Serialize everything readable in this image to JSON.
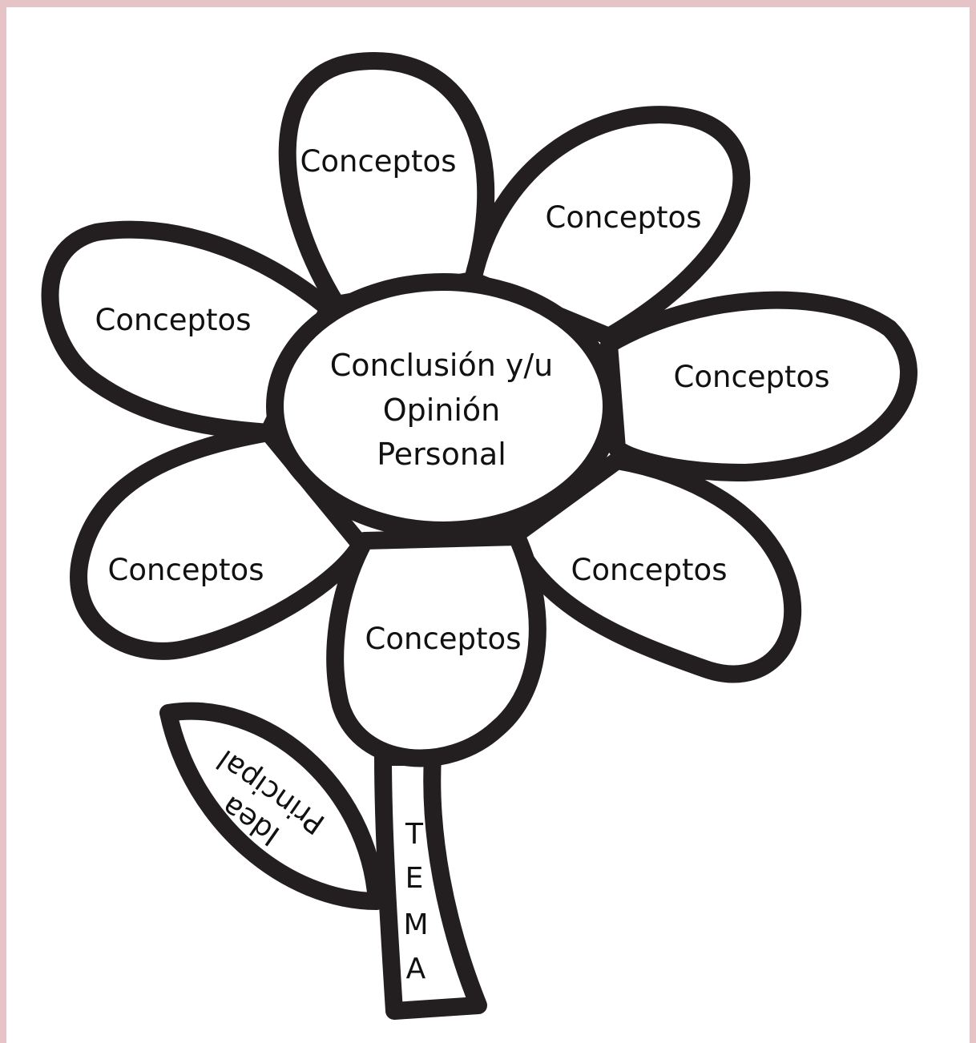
{
  "petals": [
    {
      "label": "Conceptos"
    },
    {
      "label": "Conceptos"
    },
    {
      "label": "Conceptos"
    },
    {
      "label": "Conceptos"
    },
    {
      "label": "Conceptos"
    },
    {
      "label": "Conceptos"
    },
    {
      "label": "Conceptos"
    }
  ],
  "center": {
    "line1": "Conclusión y/u",
    "line2": "Opinión",
    "line3": "Personal"
  },
  "leaf": {
    "line1": "Idea",
    "line2": "Principal"
  },
  "stem": {
    "letters": [
      "T",
      "E",
      "M",
      "A"
    ]
  },
  "colors": {
    "outline": "#231f20",
    "frame": "#e6c3c6",
    "fill": "#ffffff"
  }
}
